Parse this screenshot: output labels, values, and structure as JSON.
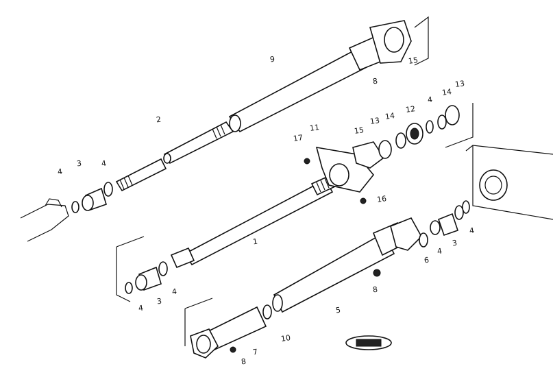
{
  "diagram": {
    "labels": [
      {
        "id": "lbl-9",
        "text": "9"
      },
      {
        "id": "lbl-15a",
        "text": "15"
      },
      {
        "id": "lbl-8a",
        "text": "8"
      },
      {
        "id": "lbl-2",
        "text": "2"
      },
      {
        "id": "lbl-4a",
        "text": "4"
      },
      {
        "id": "lbl-3a",
        "text": "3"
      },
      {
        "id": "lbl-4b",
        "text": "4"
      },
      {
        "id": "lbl-17",
        "text": "17"
      },
      {
        "id": "lbl-11",
        "text": "11"
      },
      {
        "id": "lbl-15b",
        "text": "15"
      },
      {
        "id": "lbl-13a",
        "text": "13"
      },
      {
        "id": "lbl-14a",
        "text": "14"
      },
      {
        "id": "lbl-12",
        "text": "12"
      },
      {
        "id": "lbl-4c",
        "text": "4"
      },
      {
        "id": "lbl-14b",
        "text": "14"
      },
      {
        "id": "lbl-13b",
        "text": "13"
      },
      {
        "id": "lbl-16",
        "text": "16"
      },
      {
        "id": "lbl-1",
        "text": "1"
      },
      {
        "id": "lbl-4d",
        "text": "4"
      },
      {
        "id": "lbl-3b",
        "text": "3"
      },
      {
        "id": "lbl-4e",
        "text": "4"
      },
      {
        "id": "lbl-6",
        "text": "6"
      },
      {
        "id": "lbl-4f",
        "text": "4"
      },
      {
        "id": "lbl-3c",
        "text": "3"
      },
      {
        "id": "lbl-4g",
        "text": "4"
      },
      {
        "id": "lbl-5",
        "text": "5"
      },
      {
        "id": "lbl-8b",
        "text": "8"
      },
      {
        "id": "lbl-10",
        "text": "10"
      },
      {
        "id": "lbl-7",
        "text": "7"
      },
      {
        "id": "lbl-8c",
        "text": "8"
      }
    ]
  }
}
